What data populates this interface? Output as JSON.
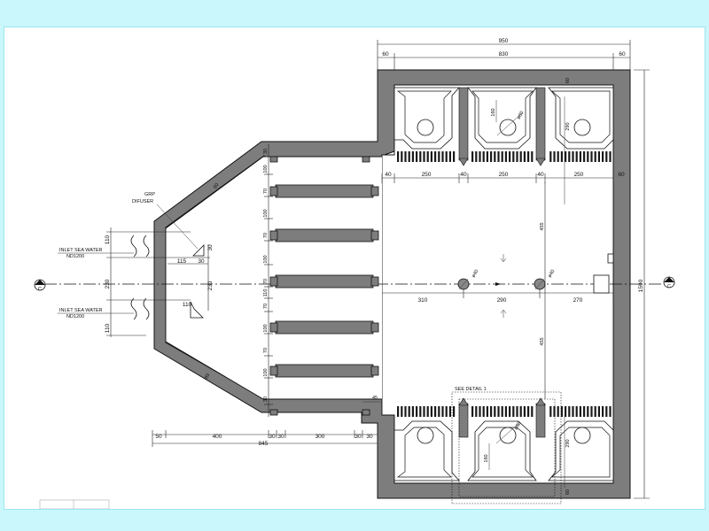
{
  "dims": {
    "overall_width": "950",
    "inner_width": "830",
    "wall_left": "60",
    "wall_right": "60",
    "overall_height": "1590",
    "hopper_side": "290",
    "hopper_side_2": "290",
    "hole_dia": "160",
    "hole_dia_2": "160",
    "phi80": "ø80",
    "phi80_2": "ø80",
    "gap_a": "40",
    "cell_a": "250",
    "gap_b": "40",
    "cell_b": "250",
    "gap_c": "40",
    "cell_c": "250",
    "edge_right": "60",
    "span_upper": "455",
    "span_lower": "455",
    "valve_to_left": "310",
    "valve_spacing": "290",
    "valve_to_right": "270",
    "valve_size": "ø40",
    "valve_size_2": "ø40",
    "bottom_wall": "60",
    "bottom_wall_2": "60",
    "slanted_wall": "60",
    "slanted_wall_2": "60",
    "bottom_a": "50",
    "bottom_b": "400",
    "bottom_c": "30",
    "bottom_d": "30",
    "bottom_e": "300",
    "bottom_f": "30",
    "bottom_g": "30",
    "bottom_total": "845",
    "inlet_a": "110",
    "inlet_b": "230",
    "inlet_c": "110",
    "diff_a": "115",
    "diff_b": "30",
    "diff_c": "30",
    "diff_height": "230",
    "center_gap": "110",
    "small_45": "45",
    "rows": [
      "30",
      "100",
      "70",
      "100",
      "70",
      "100",
      "70",
      "110",
      "70",
      "100",
      "70",
      "100",
      "30"
    ]
  },
  "labels": {
    "inlet_top_1": "INLET SEA WATER",
    "inlet_top_2": "ND1200",
    "inlet_bottom_1": "INLET SEA WATER",
    "inlet_bottom_2": "ND1200",
    "diffuser_1": "GRP",
    "diffuser_2": "DIFUSER",
    "section_left": "C",
    "section_right": "C",
    "detail": "SEE DETAIL 1"
  }
}
